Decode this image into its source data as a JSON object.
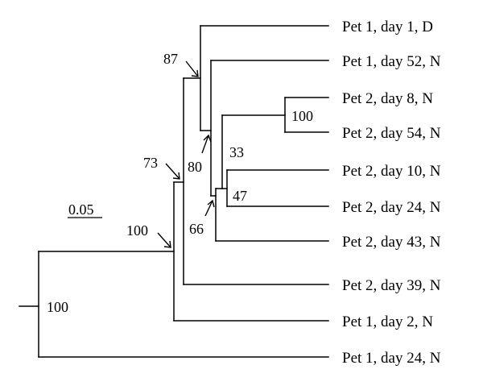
{
  "taxa": [
    "Pet 1, day 1, D",
    "Pet 1, day 52, N",
    "Pet 2, day 8, N",
    "Pet 2, day 54, N",
    "Pet 2, day 10, N",
    "Pet 2, day 24, N",
    "Pet 2, day 43, N",
    "Pet 2, day 39, N",
    "Pet 1, day 2, N",
    "Pet 1, day 24, N"
  ],
  "bootstrap": {
    "root": "100",
    "n100_lower": "100",
    "n73": "73",
    "n87": "87",
    "n80": "80",
    "n66": "66",
    "n33": "33",
    "n47": "47",
    "n100_day8": "100"
  },
  "scale_bar": {
    "label": "0.05"
  }
}
